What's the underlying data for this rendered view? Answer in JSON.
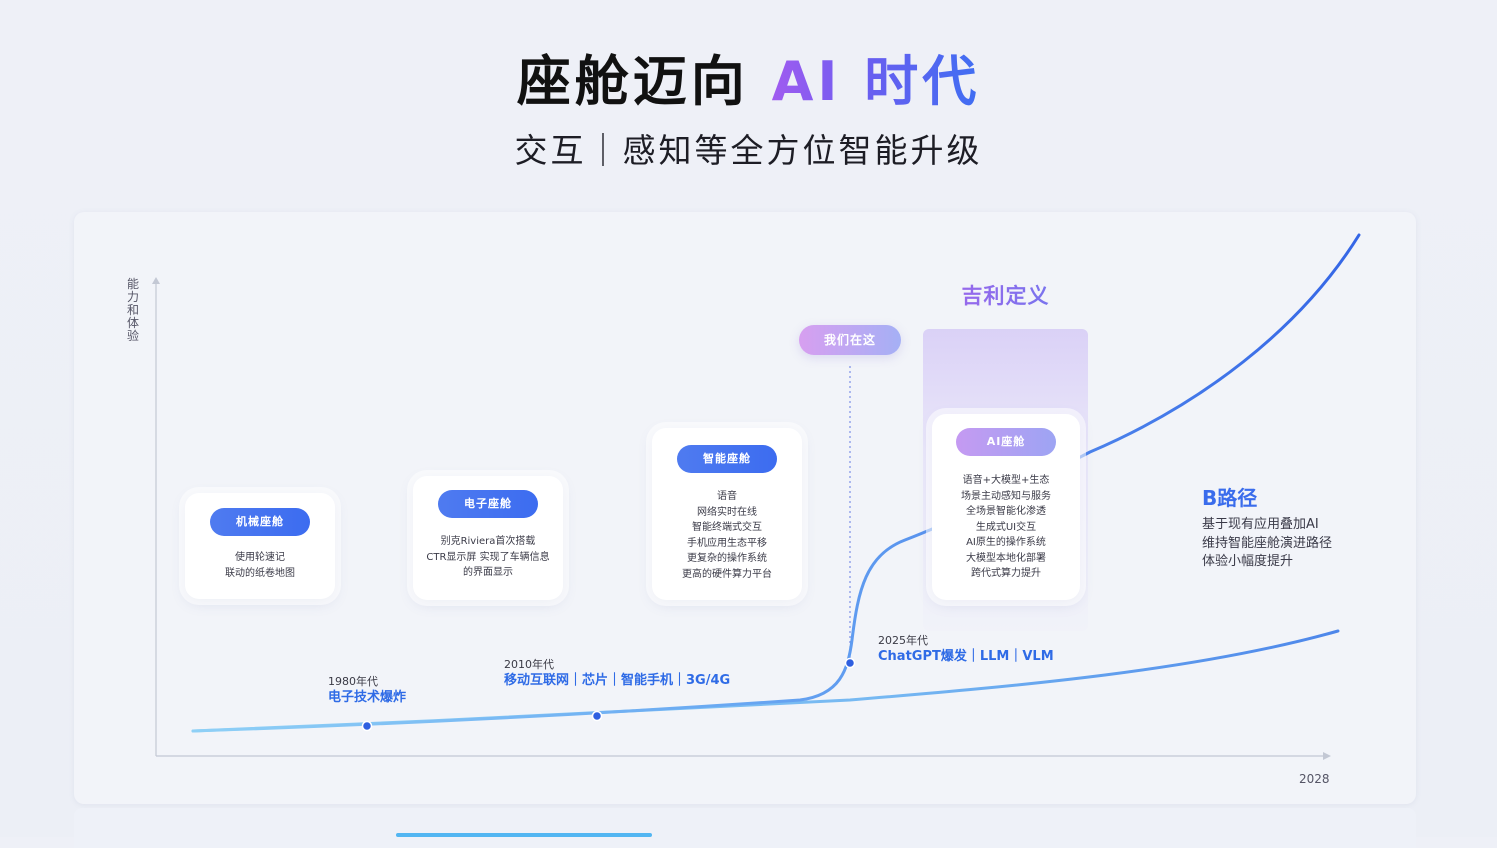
{
  "header": {
    "title_prefix": "座舱迈向",
    "title_accent": "AI 时代",
    "subtitle": "交互｜感知等全方位智能升级"
  },
  "axes": {
    "y_label": "能力和体验",
    "x_end_label": "2028"
  },
  "cards": {
    "mechanical": {
      "label": "机械座舱",
      "lines": [
        "使用轮速记",
        "联动的纸卷地图"
      ]
    },
    "electronic": {
      "label": "电子座舱",
      "lines": [
        "别克Riviera首次搭载",
        "CTR显示屏 实现了车辆信息",
        "的界面显示"
      ]
    },
    "smart": {
      "label": "智能座舱",
      "lines": [
        "语音",
        "网络实时在线",
        "智能终端式交互",
        "手机应用生态平移",
        "更复杂的操作系统",
        "更高的硬件算力平台"
      ]
    },
    "ai": {
      "label": "AI座舱",
      "lines": [
        "语音+大模型+生态",
        "场景主动感知与服务",
        "全场景智能化渗透",
        "生成式UI交互",
        "AI原生的操作系统",
        "大模型本地化部署",
        "跨代式算力提升"
      ]
    }
  },
  "geely_title": "吉利定义",
  "here_label": "我们在这",
  "milestones": {
    "m1980": {
      "year": "1980年代",
      "event": "电子技术爆炸"
    },
    "m2010": {
      "year": "2010年代",
      "event": "移动互联网｜芯片｜智能手机｜3G/4G"
    },
    "m2025": {
      "year": "2025年代",
      "event": "ChatGPT爆发｜LLM｜VLM"
    }
  },
  "b_path": {
    "title": "B路径",
    "lines": [
      "基于现有应用叠加AI",
      "维持智能座舱演进路径",
      "体验小幅度提升"
    ]
  },
  "colors": {
    "accent_blue": "#3c6cf0",
    "accent_purple": "#a364ea",
    "line_light": "#7cc8f4"
  }
}
